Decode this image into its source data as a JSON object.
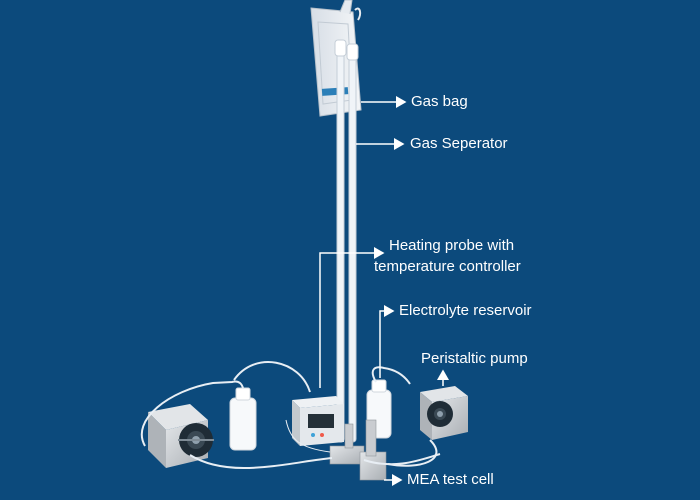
{
  "colors": {
    "background": "#0c4a7c",
    "callout": "#ffffff",
    "tube": "#e8eef4",
    "metal": "#c9ccd0",
    "pump_head": "#22313c",
    "accent_blue": "#3fa2d8"
  },
  "labels": {
    "gas_bag": "Gas bag",
    "gas_separator": "Gas Seperator",
    "heating_probe_line1": "Heating probe with",
    "heating_probe_line2": "temperature controller",
    "electrolyte_reservoir": "Electrolyte reservoir",
    "peristaltic_pump": "Peristaltic pump",
    "mea_test_cell": "MEA test cell"
  }
}
